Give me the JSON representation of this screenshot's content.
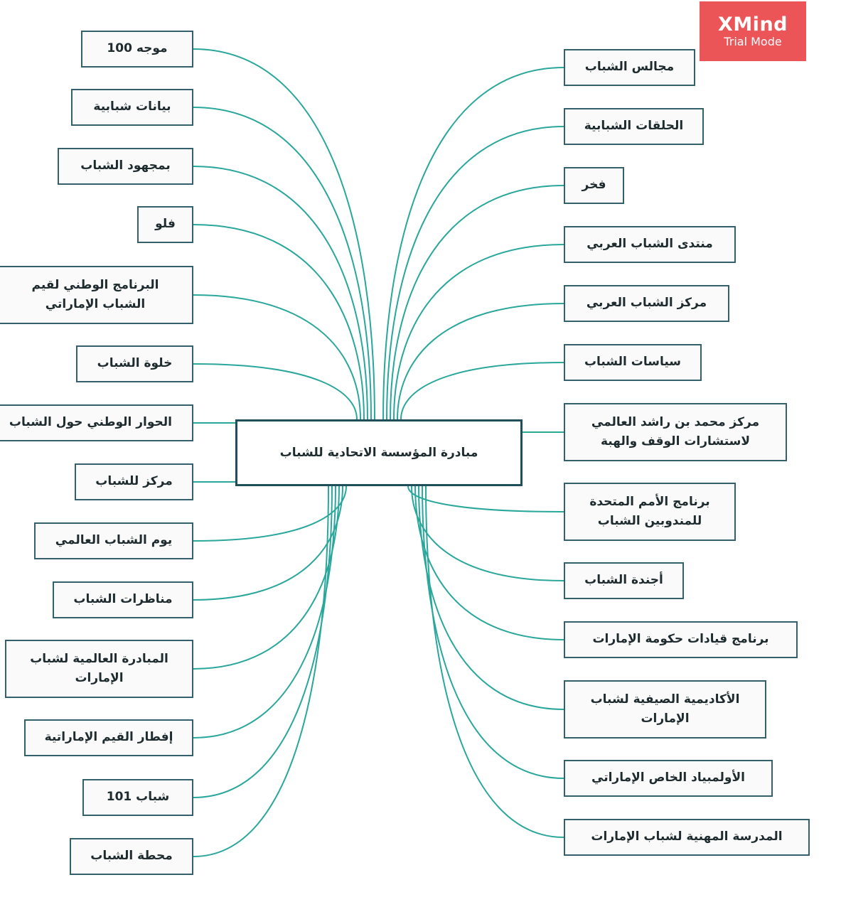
{
  "watermark": {
    "brand": "XMind",
    "mode": "Trial Mode",
    "color": "#ec5558"
  },
  "colors": {
    "link": "#2aa79b",
    "border": "#33606a",
    "root_border": "#1f4f5a"
  },
  "root": {
    "label": "مبادرة المؤسسة الاتحادية للشباب"
  },
  "left_topics": [
    "موجه 100",
    "بيانات شبابية",
    "بمجهود الشباب",
    "فلو",
    "البرنامج الوطني لقيم الشباب الإماراتي",
    "خلوة الشباب",
    "الحوار الوطني حول الشباب",
    "مركز للشباب",
    "يوم الشباب العالمي",
    "مناظرات الشباب",
    "المبادرة العالمية لشباب الإمارات",
    "إفطار القيم الإماراتية",
    "شباب 101",
    "محطة الشباب"
  ],
  "right_topics": [
    "مجالس الشباب",
    "الحلقات الشبابية",
    "فخر",
    "منتدى الشباب العربي",
    "مركز الشباب العربي",
    "سياسات الشباب",
    "مركز محمد بن راشد العالمي لاستشارات الوقف والهبة",
    "برنامج الأمم المتحدة للمندوبين الشباب",
    "أجندة الشباب",
    "برنامج قيادات حكومة الإمارات",
    "الأكاديمية الصيفية لشباب الإمارات",
    "الأولمبياد الخاص الإماراتي",
    "المدرسة المهنية لشباب الإمارات"
  ]
}
